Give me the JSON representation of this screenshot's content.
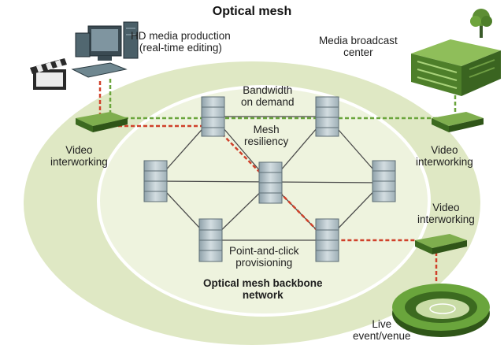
{
  "diagram": {
    "title": "Optical mesh",
    "labels": {
      "hd_media_line1": "HD media production",
      "hd_media_line2": "(real-time editing)",
      "broadcast_line1": "Media broadcast",
      "broadcast_line2": "center",
      "bandwidth_line1": "Bandwidth",
      "bandwidth_line2": "on demand",
      "mesh_line1": "Mesh",
      "mesh_line2": "resiliency",
      "video_left_line1": "Video",
      "video_left_line2": "interworking",
      "video_right_line1": "Video",
      "video_right_line2": "interworking",
      "video_lower_line1": "Video",
      "video_lower_line2": "interworking",
      "provisioning_line1": "Point-and-click",
      "provisioning_line2": "provisioning",
      "backbone_line1": "Optical mesh backbone",
      "backbone_line2": "network",
      "live_line1": "Live",
      "live_line2": "event/venue"
    },
    "colors": {
      "outer_ellipse": "#dfe8c4",
      "inner_ellipse": "#ecf1dc",
      "node_fill": "#b8c6cc",
      "device_green": "#4e7f2a",
      "red_path": "#d0402a",
      "green_path": "#6aa53c"
    }
  }
}
